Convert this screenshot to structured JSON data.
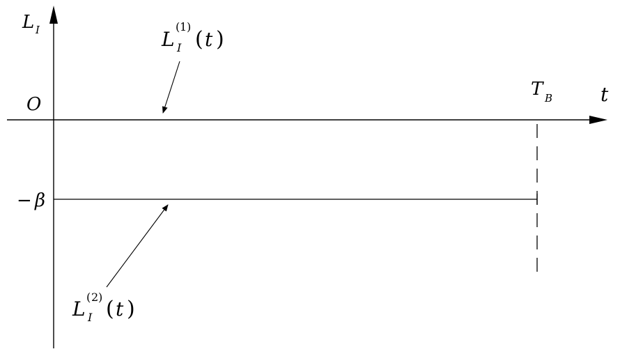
{
  "axes": {
    "y_axis_symbol": "L",
    "y_axis_subscript": "I",
    "x_axis_symbol": "t",
    "origin": "O"
  },
  "marks": {
    "tick_main": "T",
    "tick_sub": "B",
    "level_minus": "−",
    "level_symbol": "β"
  },
  "curves": [
    {
      "symbol": "L",
      "superscript_open": "(",
      "superscript_index": "1",
      "superscript_close": ")",
      "subscript": "I",
      "paren_open": "(",
      "arg": "t",
      "paren_close": ")"
    },
    {
      "symbol": "L",
      "superscript_open": "(",
      "superscript_index": "2",
      "superscript_close": ")",
      "subscript": "I",
      "paren_open": "(",
      "arg": "t",
      "paren_close": ")"
    }
  ],
  "colors": {
    "ink": "#000000",
    "background": "#ffffff"
  }
}
